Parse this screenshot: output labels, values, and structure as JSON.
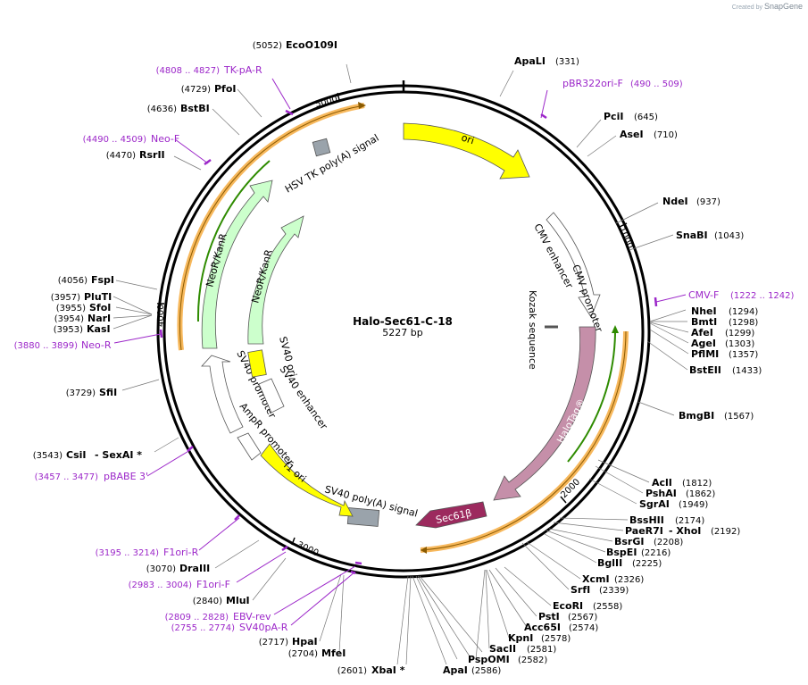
{
  "watermark": {
    "prefix": "Created by",
    "brand": "SnapGene"
  },
  "plasmid": {
    "name": "Halo-Sec61-C-18",
    "size_label": "5227 bp"
  },
  "tick_labels": [
    "1000",
    "2000",
    "3000",
    "4000",
    "5000"
  ],
  "sites": [
    {
      "name": "EcoO109I",
      "pos": "(5052)"
    },
    {
      "name": "ApaLI",
      "pos": "(331)"
    },
    {
      "name": "PfoI",
      "pos": "(4729)"
    },
    {
      "name": "BstBI",
      "pos": "(4636)"
    },
    {
      "name": "PciI",
      "pos": "(645)"
    },
    {
      "name": "AseI",
      "pos": "(710)"
    },
    {
      "name": "RsrII",
      "pos": "(4470)"
    },
    {
      "name": "NdeI",
      "pos": "(937)"
    },
    {
      "name": "SnaBI",
      "pos": "(1043)"
    },
    {
      "name": "FspI",
      "pos": "(4056)"
    },
    {
      "name": "PluTI",
      "pos": "(3957)"
    },
    {
      "name": "SfoI",
      "pos": "(3955)"
    },
    {
      "name": "NarI",
      "pos": "(3954)"
    },
    {
      "name": "KasI",
      "pos": "(3953)"
    },
    {
      "name": "NheI",
      "pos": "(1294)"
    },
    {
      "name": "BmtI",
      "pos": "(1298)"
    },
    {
      "name": "AfeI",
      "pos": "(1299)"
    },
    {
      "name": "AgeI",
      "pos": "(1303)"
    },
    {
      "name": "PflMI",
      "pos": "(1357)"
    },
    {
      "name": "BstEII",
      "pos": "(1433)"
    },
    {
      "name": "SfiI",
      "pos": "(3729)"
    },
    {
      "name": "BmgBI",
      "pos": "(1567)"
    },
    {
      "name": "CsiI",
      "pos": "(3543)"
    },
    {
      "name": "- SexAI *",
      "pos": ""
    },
    {
      "name": "AclI",
      "pos": "(1812)"
    },
    {
      "name": "PshAI",
      "pos": "(1862)"
    },
    {
      "name": "SgrAI",
      "pos": "(1949)"
    },
    {
      "name": "BssHII",
      "pos": "(2174)"
    },
    {
      "name": "PaeR7I",
      "pos": ""
    },
    {
      "name": "- XhoI",
      "pos": "(2192)"
    },
    {
      "name": "BsrGI",
      "pos": "(2208)"
    },
    {
      "name": "BspEI",
      "pos": "(2216)"
    },
    {
      "name": "BglII",
      "pos": "(2225)"
    },
    {
      "name": "XcmI",
      "pos": "(2326)"
    },
    {
      "name": "SrfI",
      "pos": "(2339)"
    },
    {
      "name": "DraIII",
      "pos": "(3070)"
    },
    {
      "name": "MluI",
      "pos": "(2840)"
    },
    {
      "name": "EcoRI",
      "pos": "(2558)"
    },
    {
      "name": "PstI",
      "pos": "(2567)"
    },
    {
      "name": "Acc65I",
      "pos": "(2574)"
    },
    {
      "name": "KpnI",
      "pos": "(2578)"
    },
    {
      "name": "SacII",
      "pos": "(2581)"
    },
    {
      "name": "PspOMI",
      "pos": "(2582)"
    },
    {
      "name": "HpaI",
      "pos": "(2717)"
    },
    {
      "name": "MfeI",
      "pos": "(2704)"
    },
    {
      "name": "XbaI *",
      "pos": "(2601)"
    },
    {
      "name": "ApaI",
      "pos": "(2586)"
    }
  ],
  "primers": [
    {
      "name": "TK-pA-R",
      "range": "(4808 .. 4827)"
    },
    {
      "name": "pBR322ori-F",
      "range": "(490 .. 509)"
    },
    {
      "name": "Neo-F",
      "range": "(4490 .. 4509)"
    },
    {
      "name": "CMV-F",
      "range": "(1222 .. 1242)"
    },
    {
      "name": "Neo-R",
      "range": "(3880 .. 3899)"
    },
    {
      "name": "pBABE 3'",
      "range": "(3457 .. 3477)"
    },
    {
      "name": "F1ori-R",
      "range": "(3195 .. 3214)"
    },
    {
      "name": "F1ori-F",
      "range": "(2983 .. 3004)"
    },
    {
      "name": "EBV-rev",
      "range": "(2809 .. 2828)"
    },
    {
      "name": "SV40pA-R",
      "range": "(2755 .. 2774)"
    }
  ],
  "features": {
    "ori": "ori",
    "cmv_enhancer": "CMV enhancer",
    "cmv_promoter": "CMV promoter",
    "kozak": "Kozak sequence",
    "halotag": "HaloTag®",
    "sec61b": "Sec61β",
    "sv40_polya": "SV40 poly(A) signal",
    "f1_ori": "f1 ori",
    "ampr_promoter": "AmpR promoter",
    "sv40_promoter": "SV40 promoter",
    "sv40_ori": "SV40 ori",
    "sv40_enhancer": "SV40 enhancer",
    "neokanr_outer": "NeoR/KanR",
    "neokanr_inner": "NeoR/KanR",
    "hsv_tk": "HSV TK poly(A) signal"
  },
  "colors": {
    "ori": "#ffff00",
    "halotag": "#c58fa9",
    "sec61b": "#9c2a5e",
    "neokanr": "#ccffcc",
    "polya": "#9aa3ab",
    "primer": "#9c27c9",
    "orf_outer": "#f6b04a",
    "orf_inner": "#2e8b00",
    "backbone": "#000000"
  }
}
